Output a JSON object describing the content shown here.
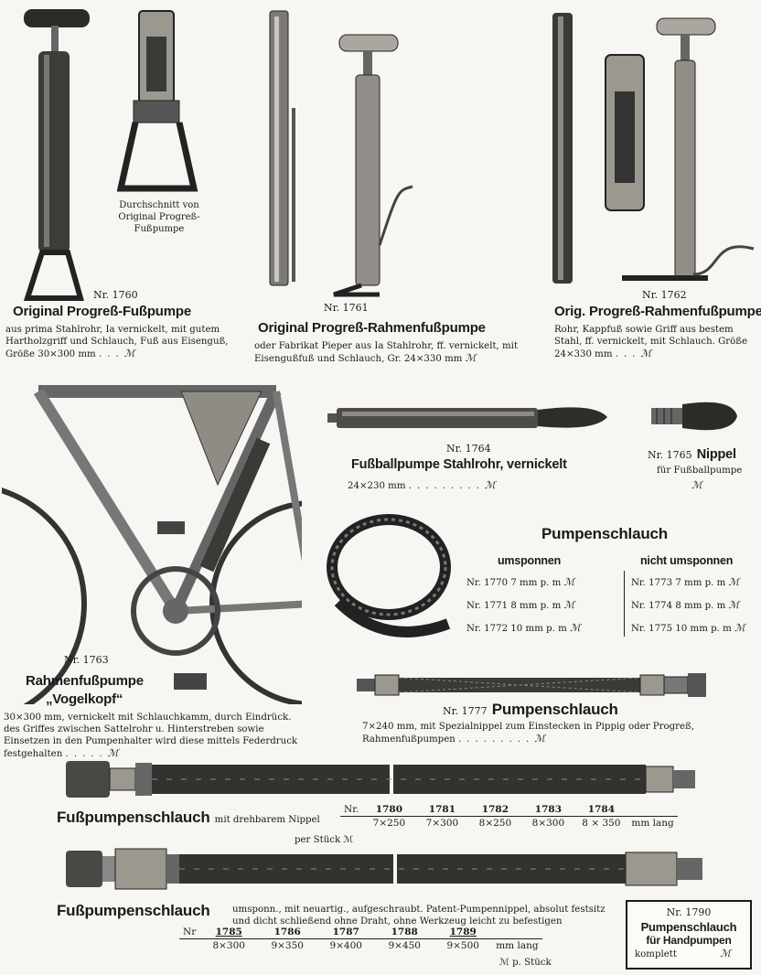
{
  "p1760": {
    "caption": "Durchschnitt von Original Progreß-Fußpumpe",
    "nr": "Nr. 1760",
    "title": "Original Progreß-Fußpumpe",
    "desc": "aus prima Stahlrohr, Ia vernickelt, mit gutem Hartholzgriff und Schlauch, Fuß aus Eisenguß, Größe 30×300 mm",
    "mark": "ℳ"
  },
  "p1761": {
    "nr": "Nr. 1761",
    "title": "Original Progreß-Rahmenfußpumpe",
    "desc": "oder Fabrikat Pieper aus Ia Stahlrohr, ff. vernickelt, mit Eisengußfuß und Schlauch, Gr. 24×330 mm",
    "mark": "ℳ"
  },
  "p1762": {
    "nr": "Nr. 1762",
    "title": "Orig. Progreß-Rahmenfußpumpe",
    "desc": "Rohr, Kappfuß sowie Griff aus bestem Stahl, ff. vernickelt, mit Schlauch. Größe 24×330 mm",
    "mark": "ℳ"
  },
  "p1763": {
    "nr": "Nr. 1763",
    "title": "Rahmenfußpumpe",
    "subtitle": "„Vogelkopf“",
    "desc": "30×300 mm, vernickelt mit Schlauchkamm, durch Eindrück. des Griffes zwischen Sattelrohr u. Hinterstreben sowie Einsetzen in den Pumpenhalter wird diese mittels Federdruck festgehalten",
    "mark": "ℳ"
  },
  "p1764": {
    "nr": "Nr. 1764",
    "title": "Fußballpumpe Stahlrohr, vernickelt",
    "size": "24×230 mm",
    "mark": "ℳ"
  },
  "p1765": {
    "nr": "Nr. 1765",
    "title": "Nippel",
    "desc": "für Fußballpumpe",
    "mark": "ℳ"
  },
  "pumpenschlauch": {
    "title": "Pumpenschlauch",
    "col1": "umsponnen",
    "col2": "nicht umsponnen",
    "rows1": [
      {
        "nr": "Nr. 1770",
        "spec": "7 mm p. m"
      },
      {
        "nr": "Nr. 1771",
        "spec": "8 mm p. m"
      },
      {
        "nr": "Nr. 1772",
        "spec": "10 mm p. m"
      }
    ],
    "rows2": [
      {
        "nr": "Nr. 1773",
        "spec": "7 mm p. m"
      },
      {
        "nr": "Nr. 1774",
        "spec": "8 mm p. m"
      },
      {
        "nr": "Nr. 1775",
        "spec": "10 mm p. m"
      }
    ],
    "mark": "ℳ"
  },
  "p1777": {
    "nr": "Nr. 1777",
    "title": "Pumpenschlauch",
    "desc": "7×240 mm, mit Spezialnippel zum Einstecken in Pippig oder Progreß, Rahmenfußpumpen",
    "mark": "ℳ"
  },
  "fuss1": {
    "title": "Fußpumpenschlauch",
    "suffix": "mit drehbarem Nippel",
    "nr_label": "Nr.",
    "nrs": [
      "1780",
      "1781",
      "1782",
      "1783",
      "1784"
    ],
    "sizes": [
      "7×250",
      "7×300",
      "8×250",
      "8×300",
      "8 × 350"
    ],
    "unit": "mm lang",
    "per": "per Stück ℳ"
  },
  "fuss2": {
    "title": "Fußpumpenschlauch",
    "desc": "umsponn., mit neuartig., aufgeschraubt. Patent-Pumpennippel, absolut festsitz und dicht schließend ohne Draht, ohne Werkzeug leicht zu befestigen",
    "nr_label": "Nr",
    "nrs": [
      "1785",
      "1786",
      "1787",
      "1788",
      "1789"
    ],
    "sizes": [
      "8×300",
      "9×350",
      "9×400",
      "9×450",
      "9×500"
    ],
    "unit": "mm lang",
    "per": "ℳ p. Stück"
  },
  "p1790": {
    "nr": "Nr. 1790",
    "line1": "Pumpenschlauch",
    "line2": "für Handpumpen",
    "line3": "komplett",
    "mark": "ℳ"
  },
  "colors": {
    "ink": "#1a1a1a",
    "paper": "#f7f6f2",
    "metal": "#8a8a86",
    "dark": "#3a3a36"
  }
}
